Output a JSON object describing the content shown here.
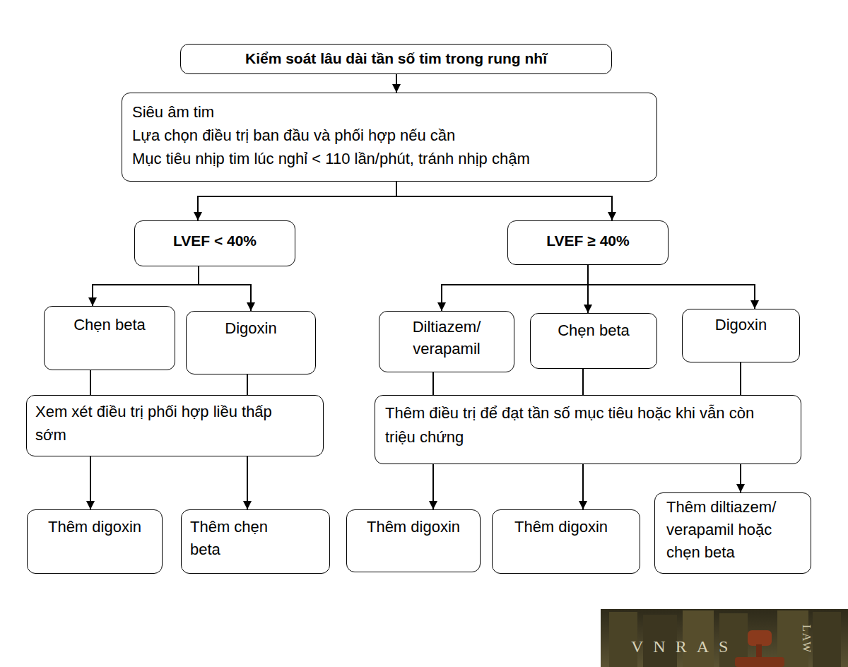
{
  "diagram": {
    "nodes": [
      {
        "text": [
          "Kiểm soát lâu dài tần số tim trong rung nhĩ"
        ]
      },
      {
        "text": [
          "Siêu âm tim",
          "Lựa chọn điều trị ban đầu và phối hợp nếu cần",
          "Mục tiêu nhịp tim lúc nghỉ < 110 lần/phút, tránh nhịp chậm"
        ]
      },
      {
        "text": [
          "LVEF < 40%"
        ]
      },
      {
        "text": [
          "LVEF ≥ 40%"
        ]
      },
      {
        "text": [
          "Chẹn beta"
        ]
      },
      {
        "text": [
          "Digoxin"
        ]
      },
      {
        "text": [
          "Diltiazem/ verapamil"
        ]
      },
      {
        "text": [
          "Chẹn beta"
        ]
      },
      {
        "text": [
          "Digoxin"
        ]
      },
      {
        "text": [
          "Xem xét điều trị phối hợp liều thấp sớm"
        ]
      },
      {
        "text": [
          "Thêm điều trị để đạt tần số mục tiêu hoặc khi vẫn còn triệu chứng"
        ]
      },
      {
        "text": [
          "Thêm digoxin"
        ]
      },
      {
        "text": [
          "Thêm chẹn beta"
        ]
      },
      {
        "text": [
          "Thêm digoxin"
        ]
      },
      {
        "text": [
          "Thêm digoxin"
        ]
      },
      {
        "text": [
          "Thêm diltiazem/ verapamil hoặc chẹn beta"
        ]
      }
    ],
    "edges": [
      {
        "from": 0,
        "to": 1,
        "arrow": "to"
      },
      {
        "from": 1,
        "to": 2,
        "arrow": "to"
      },
      {
        "from": 1,
        "to": 3,
        "arrow": "to"
      },
      {
        "from": 2,
        "to": 4,
        "arrow": "to"
      },
      {
        "from": 2,
        "to": 5,
        "arrow": "to"
      },
      {
        "from": 3,
        "to": 6,
        "arrow": "to"
      },
      {
        "from": 3,
        "to": 7,
        "arrow": "to"
      },
      {
        "from": 3,
        "to": 8,
        "arrow": "to"
      },
      {
        "from": 4,
        "to": 9,
        "arrow": "none"
      },
      {
        "from": 5,
        "to": 9,
        "arrow": "none"
      },
      {
        "from": 6,
        "to": 10,
        "arrow": "none"
      },
      {
        "from": 7,
        "to": 10,
        "arrow": "none"
      },
      {
        "from": 8,
        "to": 10,
        "arrow": "none"
      },
      {
        "from": 9,
        "to": 11,
        "arrow": "to"
      },
      {
        "from": 9,
        "to": 12,
        "arrow": "to"
      },
      {
        "from": 10,
        "to": 13,
        "arrow": "to"
      },
      {
        "from": 10,
        "to": 14,
        "arrow": "to"
      },
      {
        "from": 10,
        "to": 15,
        "arrow": "to"
      }
    ],
    "labels": [
      "VNRAS",
      "LAW"
    ]
  }
}
